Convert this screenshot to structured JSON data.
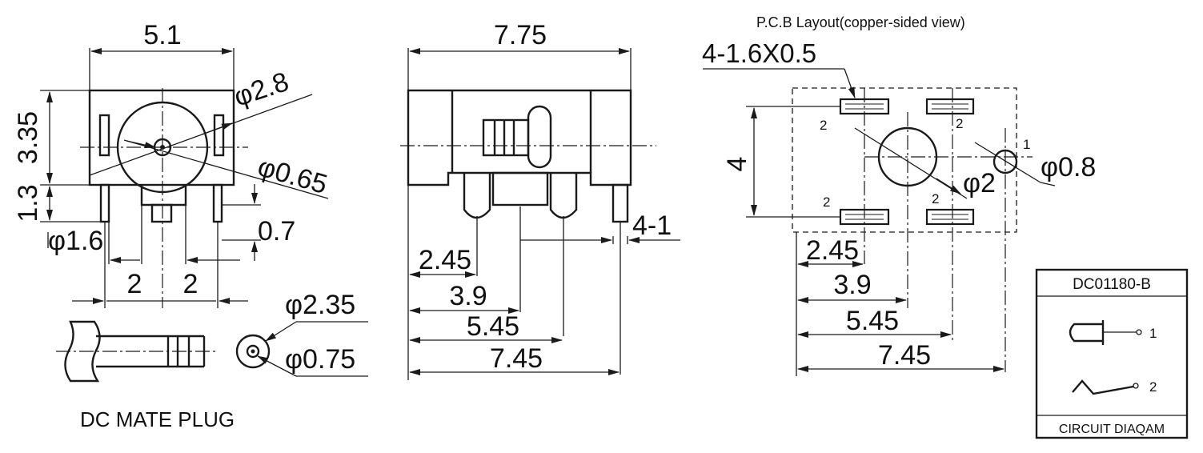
{
  "front_view": {
    "width": "5.1",
    "body_height": "3.35",
    "pin_height": "1.3",
    "outer_diameter": "φ2.8",
    "pin_diameter": "φ0.65",
    "pin_width": "0.7",
    "hole_diameter": "φ1.6",
    "pitch_left": "2",
    "pitch_right": "2"
  },
  "side_view": {
    "length": "7.75",
    "pin_width": "4-1",
    "dim_1": "2.45",
    "dim_2": "3.9",
    "dim_3": "5.45",
    "dim_4": "7.45"
  },
  "pcb_layout": {
    "title": "P.C.B Layout(copper-sided view)",
    "pad_size": "4-1.6X0.5",
    "height": "4",
    "center_hole": "φ2",
    "pin_hole": "φ0.8",
    "pad_label_top_left": "2",
    "pad_label_top_right": "2",
    "pad_label_bottom_left": "2",
    "pad_label_bottom_right": "2",
    "pin_label_1": "1",
    "dim_1": "2.45",
    "dim_2": "3.9",
    "dim_3": "5.45",
    "dim_4": "7.45"
  },
  "mate_plug": {
    "caption": "DC MATE PLUG",
    "outer_diameter": "φ2.35",
    "inner_diameter": "φ0.75"
  },
  "circuit": {
    "model": "DC01180-B",
    "pin_1": "1",
    "pin_2": "2",
    "caption": "CIRCUIT DIAQAM"
  }
}
